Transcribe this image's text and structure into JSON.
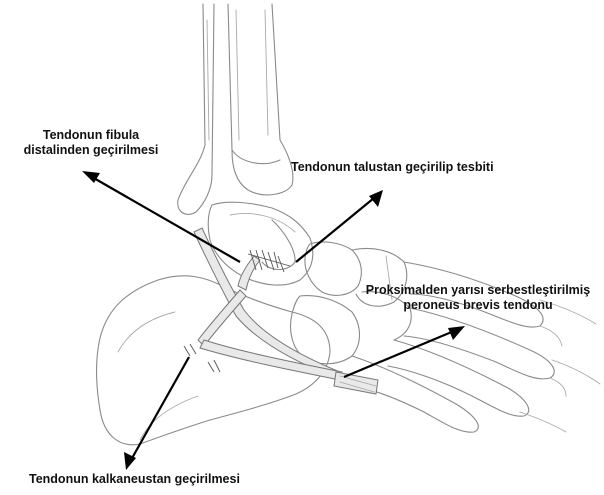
{
  "labels": {
    "fibula": {
      "line1": "Tendonun fibula",
      "line2": "distalinden geçirilmesi"
    },
    "talus": {
      "text": "Tendonun talustan geçirilip tesbiti"
    },
    "proximal": {
      "line1": "Proksimalden yarısı serbestleştirilmiş",
      "line2": "peroneus brevis tendonu"
    },
    "calcaneus": {
      "text": "Tendonun kalkaneustan geçirilmesi"
    }
  }
}
